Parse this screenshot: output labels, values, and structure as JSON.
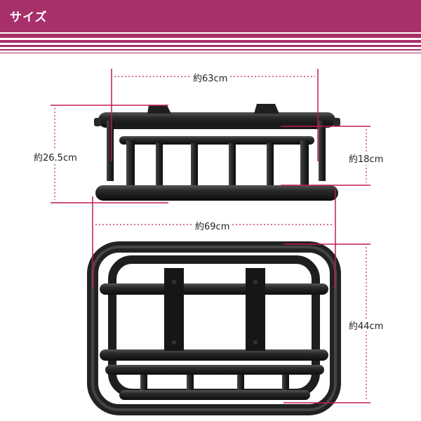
{
  "header": {
    "title": "サイズ"
  },
  "dimensions": {
    "top_width": "約63cm",
    "total_height": "約26.5cm",
    "basket_height": "約18cm",
    "total_width": "約69cm",
    "depth": "約44cm"
  },
  "colors": {
    "accent": "#a8306a",
    "dimension_line": "#c2185b",
    "product": "#1a1a1a"
  }
}
